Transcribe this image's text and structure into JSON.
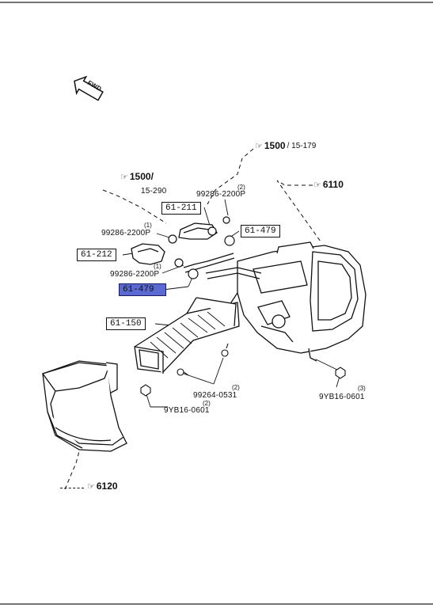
{
  "fwd_label": "FWD",
  "refs": {
    "r1500_top": {
      "code": "1500",
      "sub": "/ 15-179"
    },
    "r1500_left": {
      "code": "1500/",
      "sub": "15-290"
    },
    "r6110": {
      "code": "6110"
    },
    "r6120": {
      "code": "6120"
    }
  },
  "part_labels": {
    "p61_211": "61-211",
    "p61_212": "61-212",
    "p61_479_right": "61-479",
    "p61_479_left": "61-479",
    "p61_150": "61-150"
  },
  "callouts": {
    "c99286_top": {
      "text": "99286-2200P",
      "qty": "(2)"
    },
    "c99286_mid": {
      "text": "99286-2200P",
      "qty": "(1)"
    },
    "c99286_low": {
      "text": "99286-2200P",
      "qty": "(1)"
    },
    "c99264": {
      "text": "99264-0531",
      "qty": "(2)"
    },
    "c9yb16_left": {
      "text": "9YB16-0601",
      "qty": "(2)"
    },
    "c9yb16_right": {
      "text": "9YB16-0601",
      "qty": "(3)"
    }
  },
  "highlight_color": "#5a6ad0"
}
